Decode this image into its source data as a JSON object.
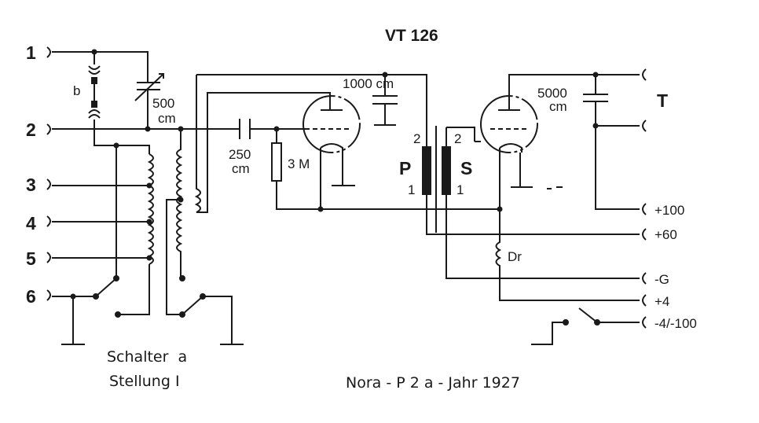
{
  "title": "VT 126",
  "terminals_left": [
    "1",
    "2",
    "3",
    "4",
    "5",
    "6"
  ],
  "terminals_right": [
    "+100",
    "+60",
    "-G",
    "+4",
    "-4/-100"
  ],
  "components": {
    "capacitor_500": [
      "500",
      "cm"
    ],
    "capacitor_250": [
      "250",
      "cm"
    ],
    "capacitor_1000": "1000 cm",
    "capacitor_5000": [
      "5000",
      "cm"
    ],
    "resistor": "3 M",
    "jumper": "b",
    "phones": "T",
    "transformer_primary": "P",
    "transformer_secondary": "S",
    "winding_marks": [
      "2",
      "1",
      "2",
      "1"
    ],
    "choke": "Dr"
  },
  "switch_caption": [
    "Schalter  a",
    "Stellung I"
  ],
  "caption": "Nora - P 2 a - Jahr 1927",
  "colors": {
    "ink": "#1a1a1a",
    "paper": "#ffffff"
  }
}
